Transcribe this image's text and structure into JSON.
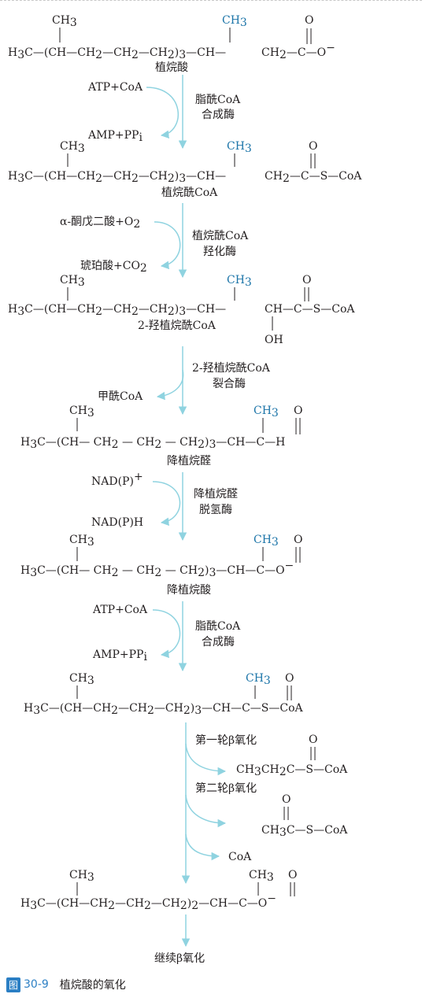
{
  "structures": {
    "s1": {
      "ch3": "CH",
      "ch3_sub": "3",
      "backbone": "H",
      "h3": "3",
      "c": "C",
      "ch": "(CH",
      "ch2a": "CH",
      "ch2b": "CH",
      "ch2c": "CH",
      "sub2": "2",
      "rep": "3",
      "branch_ch": "CH",
      "alpha": "CH",
      "carb_o": "O",
      "tail": "O"
    },
    "name1": "植烷酸",
    "name2": "植烷酰CoA",
    "name3": "2-羟植烷酰CoA",
    "name4": "降植烷醛",
    "name5": "降植烷酸",
    "final": "继续β氧化"
  },
  "steps": {
    "step1": {
      "in": "ATP+CoA",
      "out": "AMP+PP",
      "out_sub": "i",
      "enzyme1": "脂酰CoA",
      "enzyme2": "合成酶"
    },
    "step2": {
      "in": "α-酮戊二酸+O",
      "in_sub": "2",
      "out": "琥珀酸+CO",
      "out_sub": "2",
      "enzyme1": "植烷酰CoA",
      "enzyme2": "羟化酶"
    },
    "step3": {
      "out": "甲酰CoA",
      "enzyme1": "2-羟植烷酰CoA",
      "enzyme2": "裂合酶"
    },
    "step4": {
      "in": "NAD(P)",
      "in_sup": "+",
      "out": "NAD(P)H",
      "enzyme1": "降植烷醛",
      "enzyme2": "脱氢酶"
    },
    "step5": {
      "in": "ATP+CoA",
      "out": "AMP+PP",
      "out_sub": "i",
      "enzyme1": "脂酰CoA",
      "enzyme2": "合成酶"
    },
    "beta1": "第一轮β氧化",
    "beta2": "第二轮β氧化",
    "coa": "CoA"
  },
  "caption": {
    "badge": "图",
    "number": "30-9",
    "text": "植烷酸的氧化"
  },
  "colors": {
    "arrow": "#8fd3e0",
    "highlight": "#1b74a8",
    "text": "#231f20"
  }
}
